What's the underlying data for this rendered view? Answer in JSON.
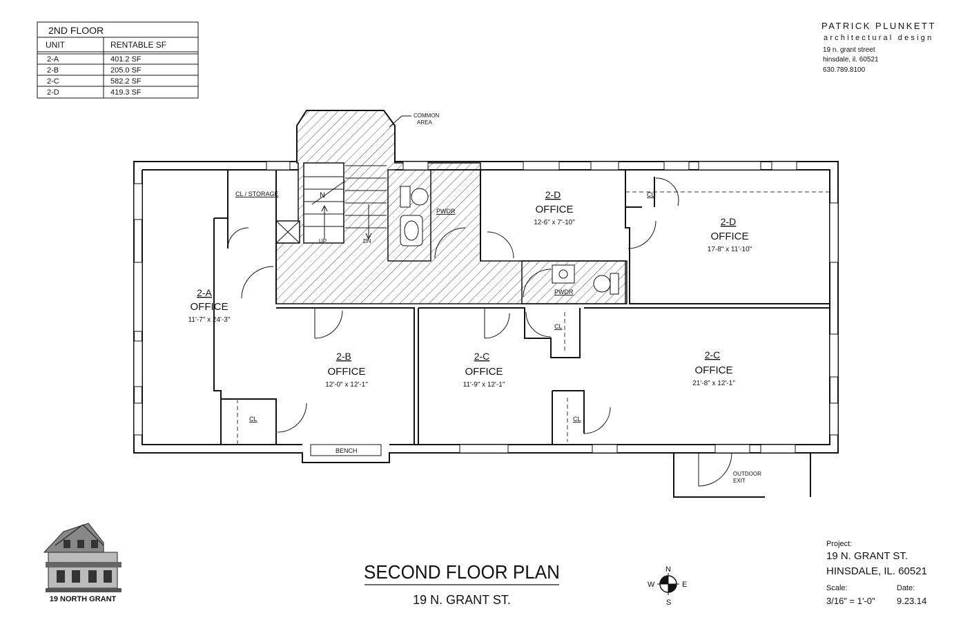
{
  "unit_table": {
    "title": "2ND FLOOR",
    "headers": [
      "UNIT",
      "RENTABLE SF"
    ],
    "rows": [
      {
        "unit": "2-A",
        "sf": "401.2 SF"
      },
      {
        "unit": "2-B",
        "sf": "205.0 SF"
      },
      {
        "unit": "2-C",
        "sf": "582.2 SF"
      },
      {
        "unit": "2-D",
        "sf": "419.3 SF"
      }
    ]
  },
  "firm": {
    "name": "PATRICK PLUNKETT",
    "tagline": "architectural design",
    "address1": "19 n. grant street",
    "address2": "hinsdale, il. 60521",
    "phone": "630.789.8100"
  },
  "rooms": {
    "a": {
      "unit": "2-A",
      "label": "OFFICE",
      "dims": "11'-7\" x 24'-3\""
    },
    "b": {
      "unit": "2-B",
      "label": "OFFICE",
      "dims": "12'-0\" x 12'-1\""
    },
    "c1": {
      "unit": "2-C",
      "label": "OFFICE",
      "dims": "11'-9\" x 12'-1\""
    },
    "c2": {
      "unit": "2-C",
      "label": "OFFICE",
      "dims": "21'-8\" x 12'-1\""
    },
    "d1": {
      "unit": "2-D",
      "label": "OFFICE",
      "dims": "12-6\" x 7'-10\""
    },
    "d2": {
      "unit": "2-D",
      "label": "OFFICE",
      "dims": "17-8\" x 11'-10\""
    }
  },
  "labels": {
    "common_area_1": "COMMON",
    "common_area_2": "AREA",
    "cl_storage": "CL / STORAGE",
    "cl": "CL",
    "pwdr": "PWDR",
    "up": "UP",
    "dn": "DN",
    "bench": "BENCH",
    "outdoor_1": "OUTDOOR",
    "outdoor_2": "EXIT",
    "stair_n": "N"
  },
  "title_block": {
    "title": "SECOND FLOOR PLAN",
    "subtitle": "19 N. GRANT ST."
  },
  "compass": {
    "n": "N",
    "s": "S",
    "e": "E",
    "w": "W"
  },
  "logo_caption": "19 NORTH GRANT",
  "project": {
    "label": "Project:",
    "line1": "19 N. GRANT ST.",
    "line2": "HINSDALE, IL. 60521",
    "scale_label": "Scale:",
    "scale_value": "3/16\" = 1'-0\"",
    "date_label": "Date:",
    "date_value": "9.23.14"
  }
}
